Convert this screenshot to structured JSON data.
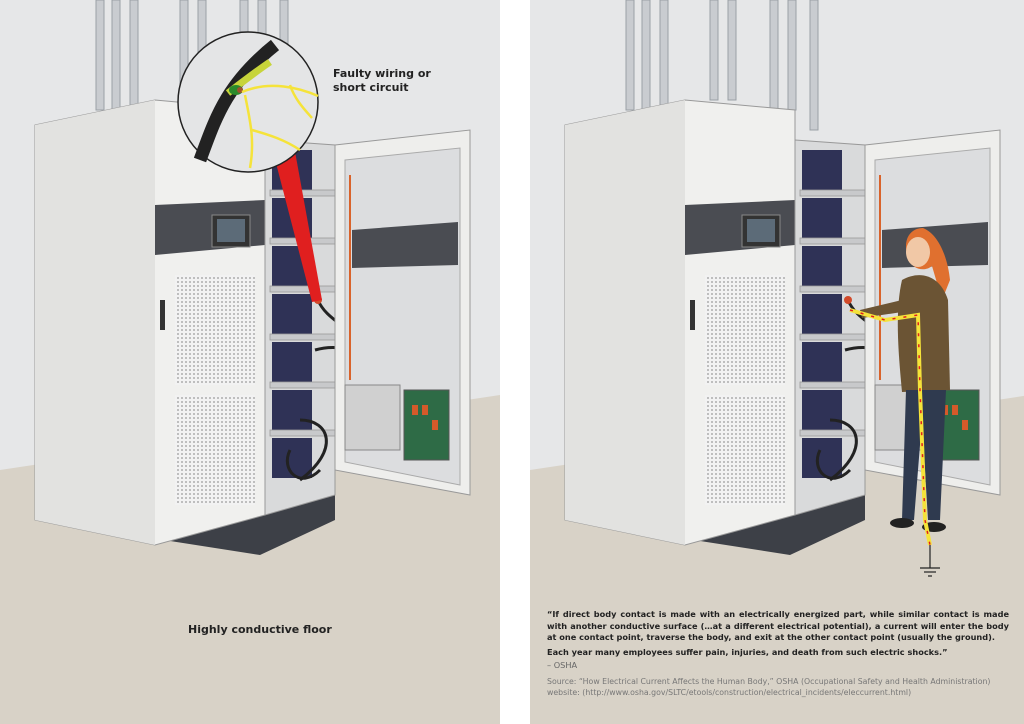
{
  "left_panel": {
    "callout_label": "Faulty wiring or short circuit",
    "floor_label": "Highly conductive floor"
  },
  "right_panel": {
    "quote_part1": "“If direct body contact is made with an electrically energized part, while similar contact is made with another conductive surface (…at a different electrical potential), a current will enter the body at one contact point, traverse the body, and exit at the other contact point (usually the ground).",
    "quote_part2": "Each year many employees suffer pain, injuries, and death from such electric shocks.”",
    "attribution": "– OSHA",
    "source": "Source: “How Electrical Current Affects the Human Body,” OSHA (Occupational Safety and Health Administration) website: (http://www.osha.gov/SLTC/etools/construction/electrical_incidents/eleccurrent.html)"
  },
  "colors": {
    "wall": "#e6e7e8",
    "floor": "#d8d2c7",
    "cabinet": "#eeeeec",
    "base": "#3d4047",
    "danger": "#e01f1f",
    "current": "#f5e33a"
  }
}
